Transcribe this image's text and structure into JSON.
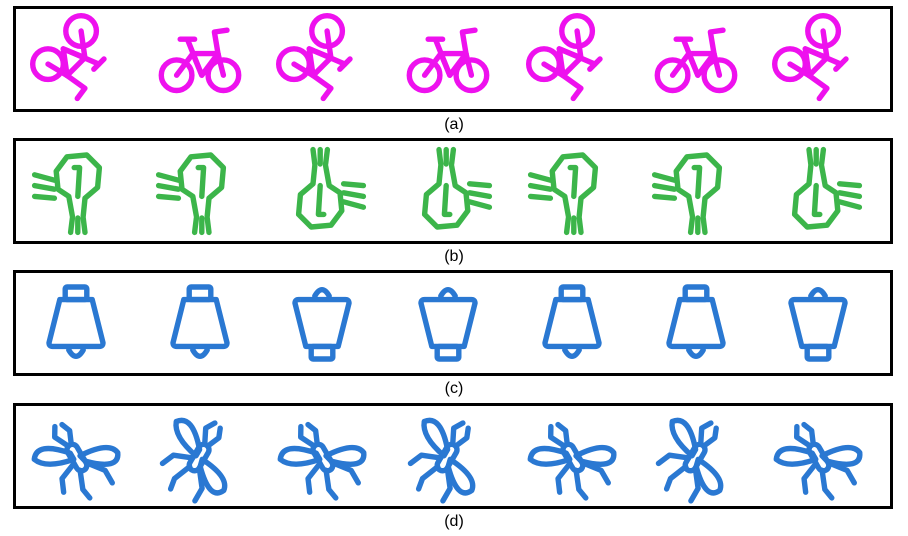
{
  "panels": [
    {
      "label": "(a)",
      "icon": "bicycle-icon",
      "color": "#ee11ee",
      "rotations": [
        135,
        0,
        135,
        0,
        135,
        0,
        135
      ]
    },
    {
      "label": "(b)",
      "icon": "scarf-icon",
      "color": "#3cb54a",
      "rotations": [
        0,
        0,
        180,
        180,
        0,
        0,
        180
      ]
    },
    {
      "label": "(c)",
      "icon": "bell-icon",
      "color": "#2a78d2",
      "rotations": [
        0,
        0,
        180,
        180,
        0,
        0,
        180
      ]
    },
    {
      "label": "(d)",
      "icon": "mosquito-icon",
      "color": "#2a78d2",
      "rotations": [
        -30,
        30,
        -30,
        30,
        -30,
        30,
        -30
      ]
    }
  ]
}
